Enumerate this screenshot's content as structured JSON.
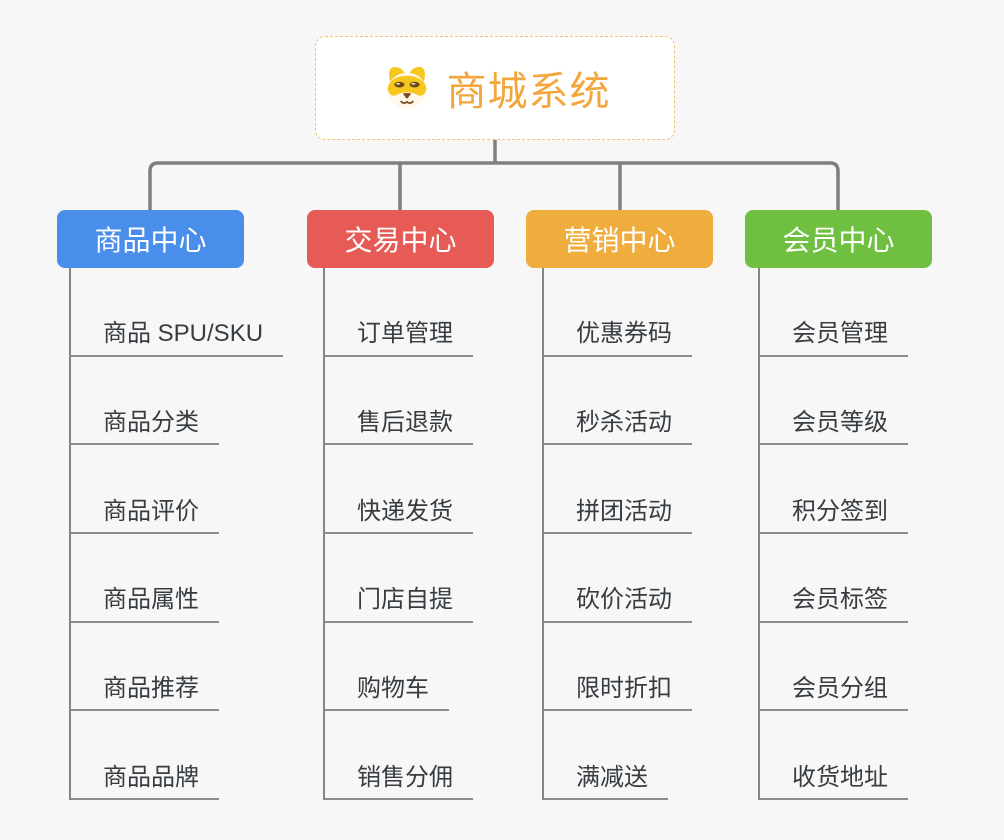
{
  "background_color": "#F7F7F7",
  "connector_color": "#7F7F7F",
  "root": {
    "label": "商城系统",
    "icon": "dog-face-icon",
    "text_color": "#F2A63B",
    "border_color": "#F0C070",
    "background": "#FFFFFF"
  },
  "branches": [
    {
      "label": "商品中心",
      "color": "#4A8EEC",
      "children": [
        "商品 SPU/SKU",
        "商品分类",
        "商品评价",
        "商品属性",
        "商品推荐",
        "商品品牌"
      ]
    },
    {
      "label": "交易中心",
      "color": "#E65B55",
      "children": [
        "订单管理",
        "售后退款",
        "快递发货",
        "门店自提",
        "购物车",
        "销售分佣"
      ]
    },
    {
      "label": "营销中心",
      "color": "#EFAD3D",
      "children": [
        "优惠券码",
        "秒杀活动",
        "拼团活动",
        "砍价活动",
        "限时折扣",
        "满减送"
      ]
    },
    {
      "label": "会员中心",
      "color": "#6FBF40",
      "children": [
        "会员管理",
        "会员等级",
        "积分签到",
        "会员标签",
        "会员分组",
        "收货地址"
      ]
    }
  ]
}
